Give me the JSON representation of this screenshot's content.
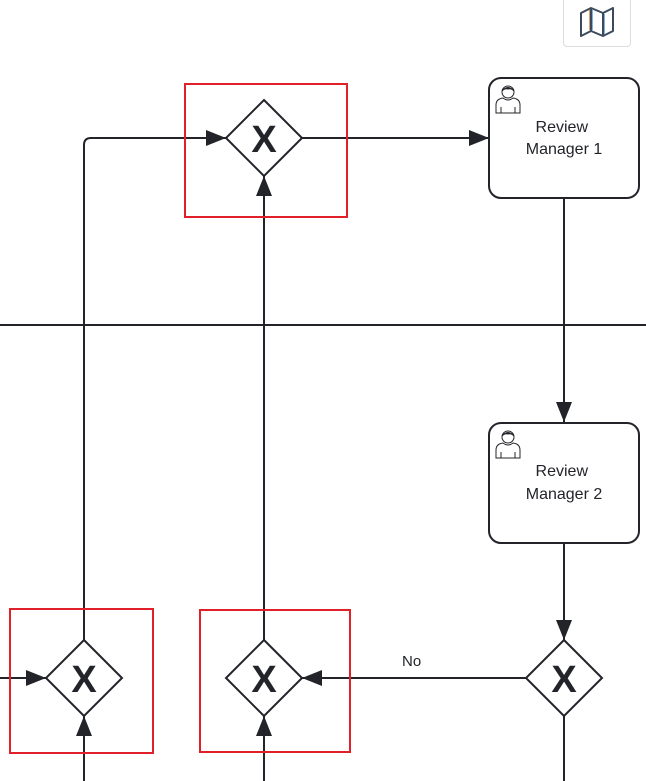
{
  "toolbar": {
    "minimap_button": {
      "icon": "map-icon",
      "label": "Toggle minimap"
    }
  },
  "colors": {
    "stroke": "#22242a",
    "highlight": "#e0212a",
    "background": "#ffffff"
  },
  "tasks": [
    {
      "id": "review-manager-1",
      "type": "user-task",
      "icon": "user-icon",
      "lines": [
        "Review",
        "Manager 1"
      ]
    },
    {
      "id": "review-manager-2",
      "type": "user-task",
      "icon": "user-icon",
      "lines": [
        "Review",
        "Manager 2"
      ]
    }
  ],
  "gateways": [
    {
      "id": "gateway-top",
      "type": "exclusive",
      "marker": "X",
      "highlighted": true
    },
    {
      "id": "gateway-bottom-left",
      "type": "exclusive",
      "marker": "X",
      "highlighted": true
    },
    {
      "id": "gateway-bottom-middle",
      "type": "exclusive",
      "marker": "X",
      "highlighted": true
    },
    {
      "id": "gateway-bottom-right",
      "type": "exclusive",
      "marker": "X",
      "highlighted": false
    }
  ],
  "flows": [
    {
      "id": "flow-no",
      "label": "No"
    }
  ]
}
